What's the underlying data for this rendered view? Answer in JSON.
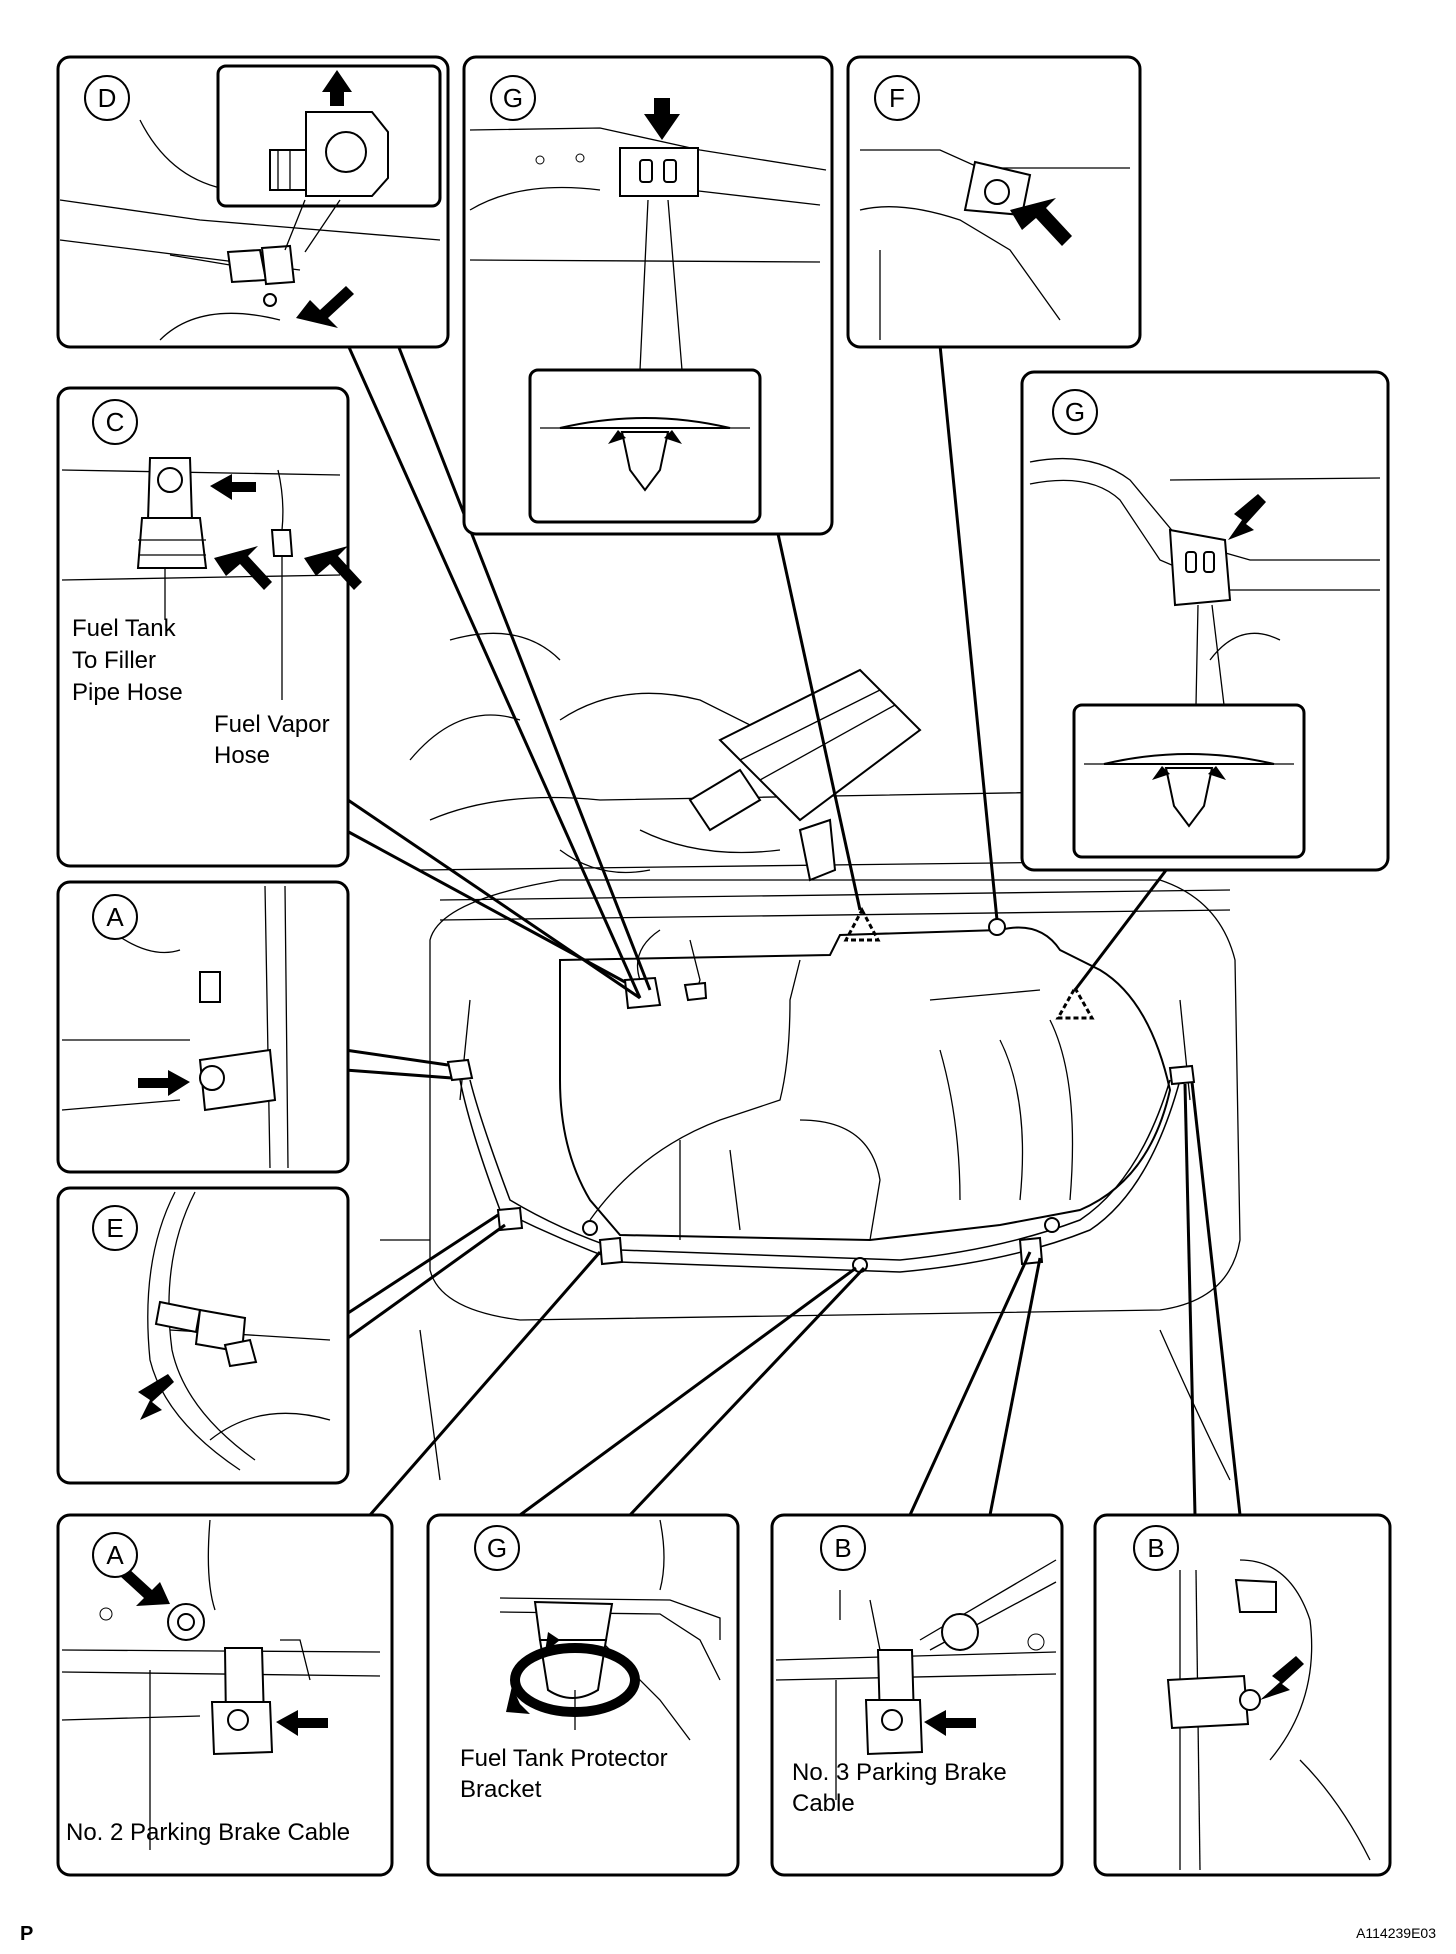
{
  "figure_id": "A114239E03",
  "page_marker": "P",
  "panels": {
    "d_top": {
      "letter": "D"
    },
    "g_top": {
      "letter": "G"
    },
    "f_top": {
      "letter": "F"
    },
    "c": {
      "letter": "C",
      "label_filler_1": "Fuel Tank",
      "label_filler_2": "To Filler",
      "label_filler_3": "Pipe Hose",
      "label_vapor_1": "Fuel Vapor",
      "label_vapor_2": "Hose"
    },
    "g_right": {
      "letter": "G"
    },
    "a_mid": {
      "letter": "A"
    },
    "e": {
      "letter": "E"
    },
    "a_bottom": {
      "letter": "A",
      "label": "No. 2 Parking Brake Cable"
    },
    "g_bottom": {
      "letter": "G",
      "label_1": "Fuel Tank Protector",
      "label_2": "Bracket"
    },
    "b_bottom": {
      "letter": "B",
      "label_1": "No. 3 Parking Brake",
      "label_2": "Cable"
    },
    "b_right": {
      "letter": "B"
    }
  }
}
